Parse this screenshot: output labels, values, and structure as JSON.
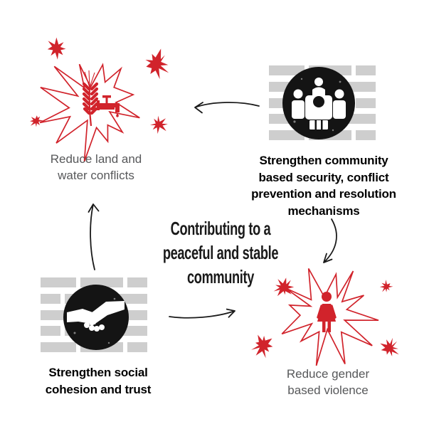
{
  "palette": {
    "red": "#d1232b",
    "ink": "#1a1a1a",
    "gray_text": "#57585a",
    "brick": "#cecece",
    "icon_black": "#141414"
  },
  "heading": {
    "lines": [
      "Contributing to a",
      "peaceful and stable",
      "community"
    ]
  },
  "nodes": {
    "land_water": {
      "lines": [
        "Reduce land and",
        "water conflicts"
      ],
      "icon": "wheat-and-water-tap-icon",
      "style": "red-conflict-burst"
    },
    "community_security": {
      "lines": [
        "Strengthen community",
        "based security, conflict",
        "prevention and resolution",
        "mechanisms"
      ],
      "icon": "community-meeting-icon",
      "style": "black-circle-on-brick-wall"
    },
    "social_cohesion": {
      "lines": [
        "Strengthen social",
        "cohesion and trust"
      ],
      "icon": "handshake-icon",
      "style": "black-circle-on-brick-wall"
    },
    "gender_violence": {
      "lines": [
        "Reduce gender",
        "based violence"
      ],
      "icon": "woman-figure-icon",
      "style": "red-conflict-burst"
    }
  },
  "arrows": [
    {
      "name": "security-to-land-water",
      "direction": "left"
    },
    {
      "name": "cohesion-to-land-water",
      "direction": "up"
    },
    {
      "name": "cohesion-to-gender",
      "direction": "right"
    },
    {
      "name": "security-to-gender",
      "direction": "down"
    }
  ]
}
